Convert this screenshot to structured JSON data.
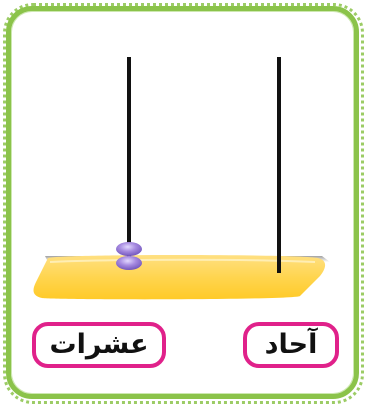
{
  "labels": {
    "tens": "عشرات",
    "units": "آحاد"
  },
  "beads": {
    "tens": 2,
    "units": 0
  },
  "colors": {
    "frame": "#8bc34a",
    "base": "#ffd54f",
    "rod": "#111111",
    "bead": "#9b7fd9",
    "label_border": "#e0218a"
  }
}
